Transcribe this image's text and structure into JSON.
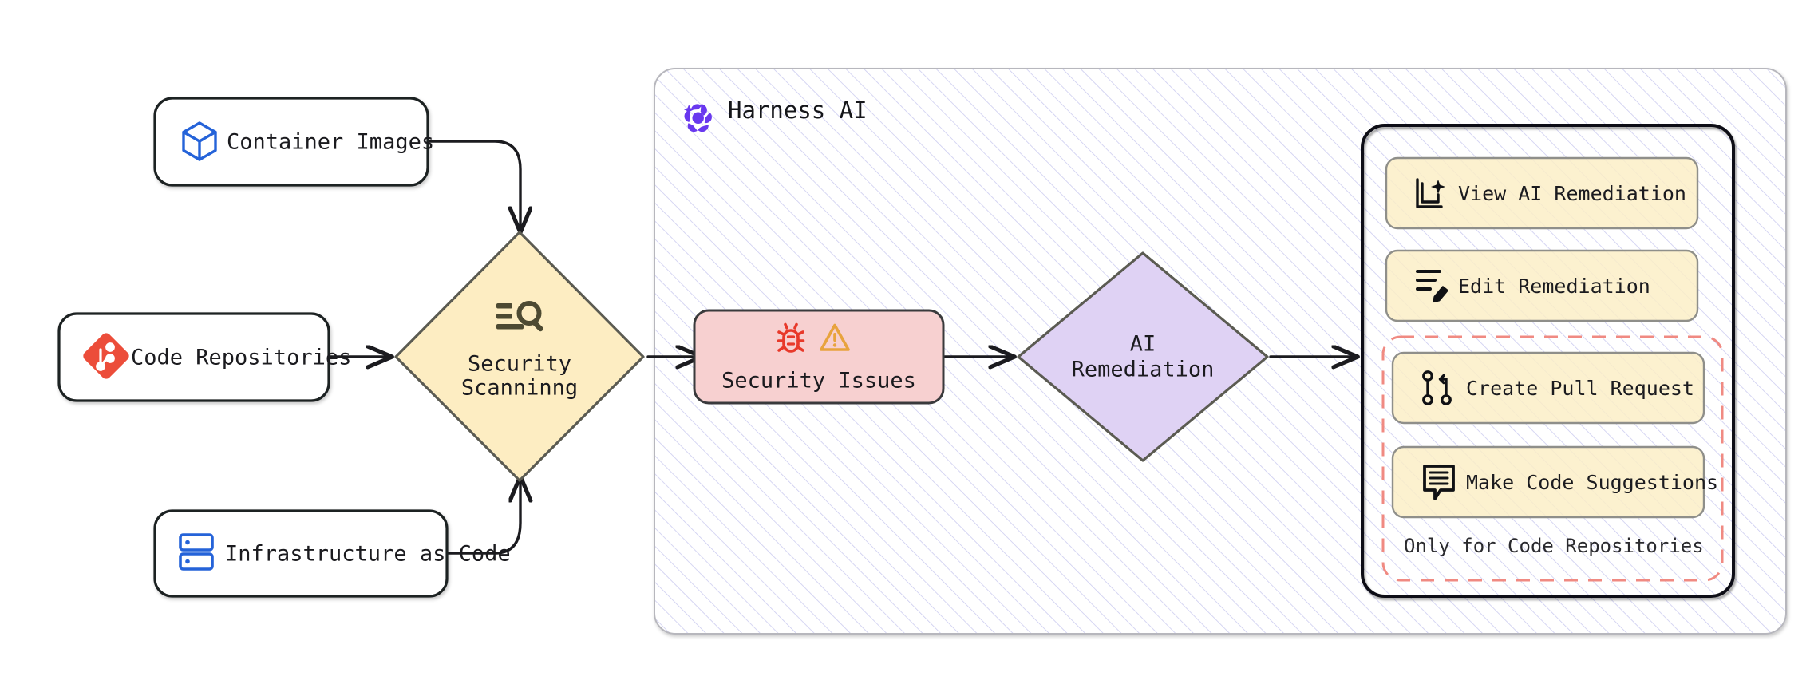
{
  "diagram": {
    "title": "Harness AI Security Scanning and Remediation Flow",
    "colors": {
      "node_border": "#1f2023",
      "diamond_fill": "#fdedc2",
      "diamond_border": "#5b5b52",
      "issues_fill": "#f7d0d0",
      "issues_border": "#3a3a3c",
      "remediation_fill": "#dfd2f4",
      "remediation_border": "#5b5b52",
      "action_fill": "#fbeec4",
      "action_border": "#8f8f8a",
      "dashed_border": "#f08a82",
      "hatch_line": "#ccccf0",
      "group_border": "#b7b7bd",
      "panel_border": "#101114",
      "git_icon": "#ec4d3a",
      "cube_icon": "#2563d9",
      "iac_icon": "#2563d9",
      "harness_logo": "#6938ef",
      "bug_icon": "#e8392a",
      "warning_icon": "#e8a33d",
      "scan_icon": "#4d4a32"
    }
  },
  "sources": [
    {
      "id": "container-images",
      "label": "Container Images",
      "icon": "cube-icon"
    },
    {
      "id": "code-repositories",
      "label": "Code Repositories",
      "icon": "git-icon"
    },
    {
      "id": "infrastructure-as-code",
      "label": "Infrastructure as Code",
      "icon": "server-rack-icon"
    }
  ],
  "scanning": {
    "label_line1": "Security",
    "label_line2": "Scanninng",
    "icon": "scan-search-icon"
  },
  "harness_group": {
    "label": "Harness AI",
    "logo": "harness-pinwheel-logo"
  },
  "issues": {
    "label": "Security Issues",
    "icons": [
      "bug-icon",
      "warning-triangle-icon"
    ]
  },
  "remediation": {
    "label_line1": "AI",
    "label_line2": "Remediation"
  },
  "actions_panel": {
    "items": [
      {
        "id": "view-ai-remediation",
        "label": "View AI Remediation",
        "icon": "sparkle-page-icon"
      },
      {
        "id": "edit-remediation",
        "label": "Edit Remediation",
        "icon": "edit-lines-pencil-icon"
      },
      {
        "id": "create-pull-request",
        "label": "Create Pull Request",
        "icon": "git-pull-request-icon"
      },
      {
        "id": "make-code-suggestions",
        "label": "Make Code Suggestions",
        "icon": "comment-lines-icon"
      }
    ],
    "dashed_group_caption": "Only for Code Repositories",
    "dashed_group_members": [
      "create-pull-request",
      "make-code-suggestions"
    ]
  }
}
